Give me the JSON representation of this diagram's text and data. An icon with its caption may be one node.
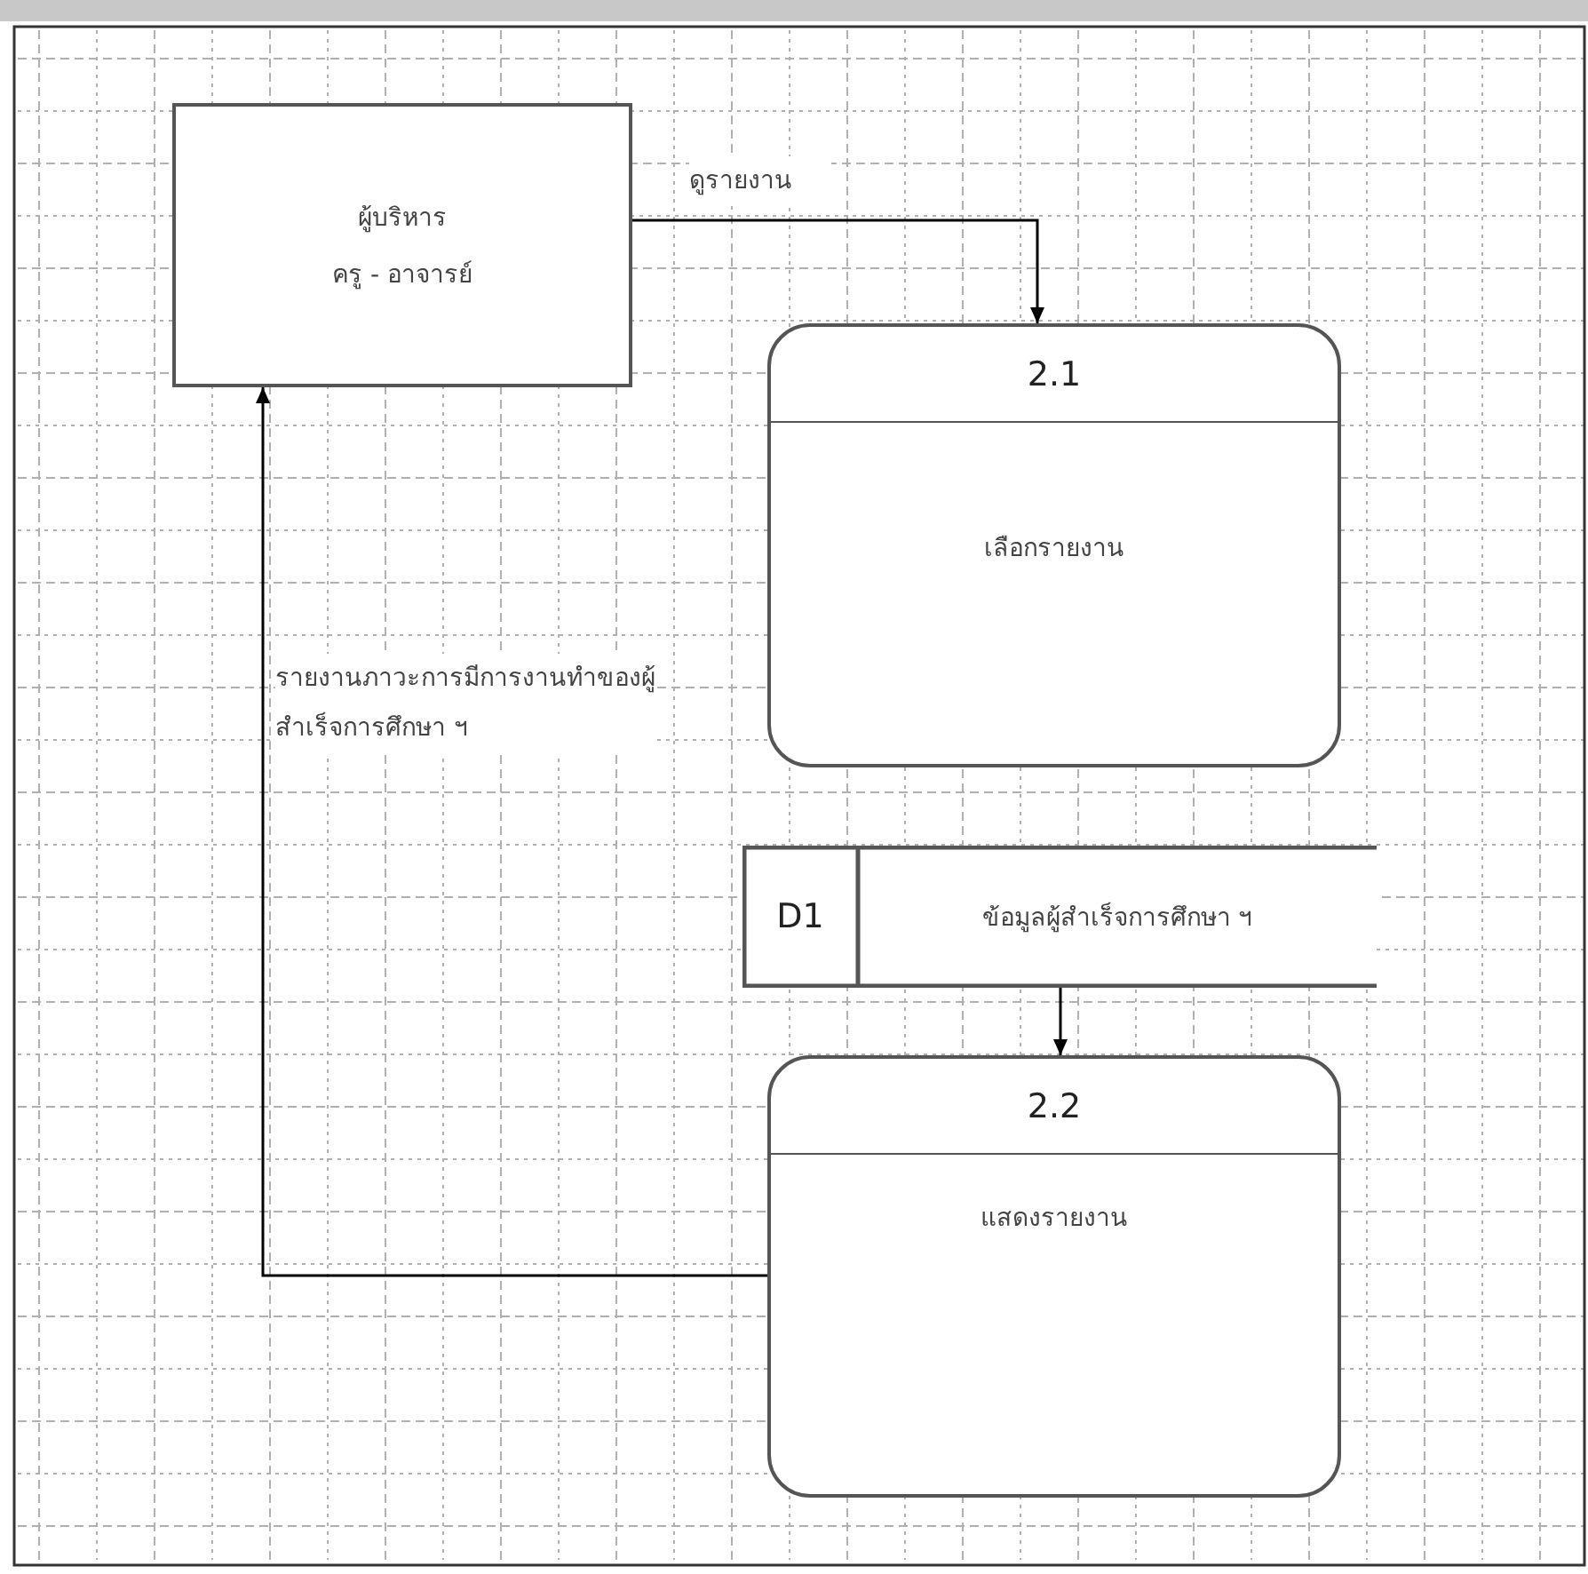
{
  "diagram": {
    "nodes": [
      {
        "text": [
          "ผู้บริหาร",
          "ครู - อาจารย์"
        ]
      },
      {
        "text": [
          "2.1",
          "เลือกรายงาน"
        ]
      },
      {
        "text": [
          "D1",
          "ข้อมูลผู้สำเร็จการศึกษา ฯ"
        ]
      },
      {
        "text": [
          "2.2",
          "แสดงรายงาน"
        ]
      }
    ],
    "edges": [
      {
        "from": 0,
        "to": 1,
        "arrow": "to",
        "label": "ดูรายงาน"
      },
      {
        "from": 2,
        "to": 3,
        "arrow": "to"
      },
      {
        "from": 3,
        "to": 0,
        "arrow": "to",
        "label": "รายงานภาวะการมีการงานทำของผู้สำเร็จการศึกษา ฯ"
      }
    ]
  }
}
